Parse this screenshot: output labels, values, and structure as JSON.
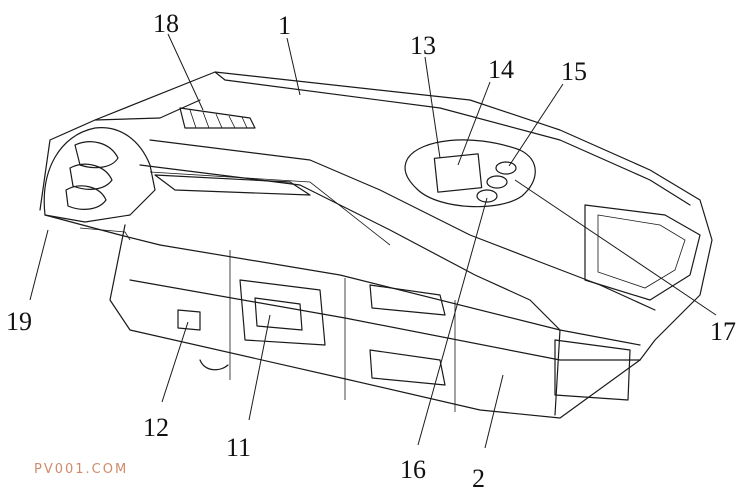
{
  "labels": {
    "l1": "1",
    "l2": "2",
    "l11": "11",
    "l12": "12",
    "l13": "13",
    "l14": "14",
    "l15": "15",
    "l16": "16",
    "l17": "17",
    "l18": "18",
    "l19": "19"
  },
  "watermark": "PV001.COM"
}
